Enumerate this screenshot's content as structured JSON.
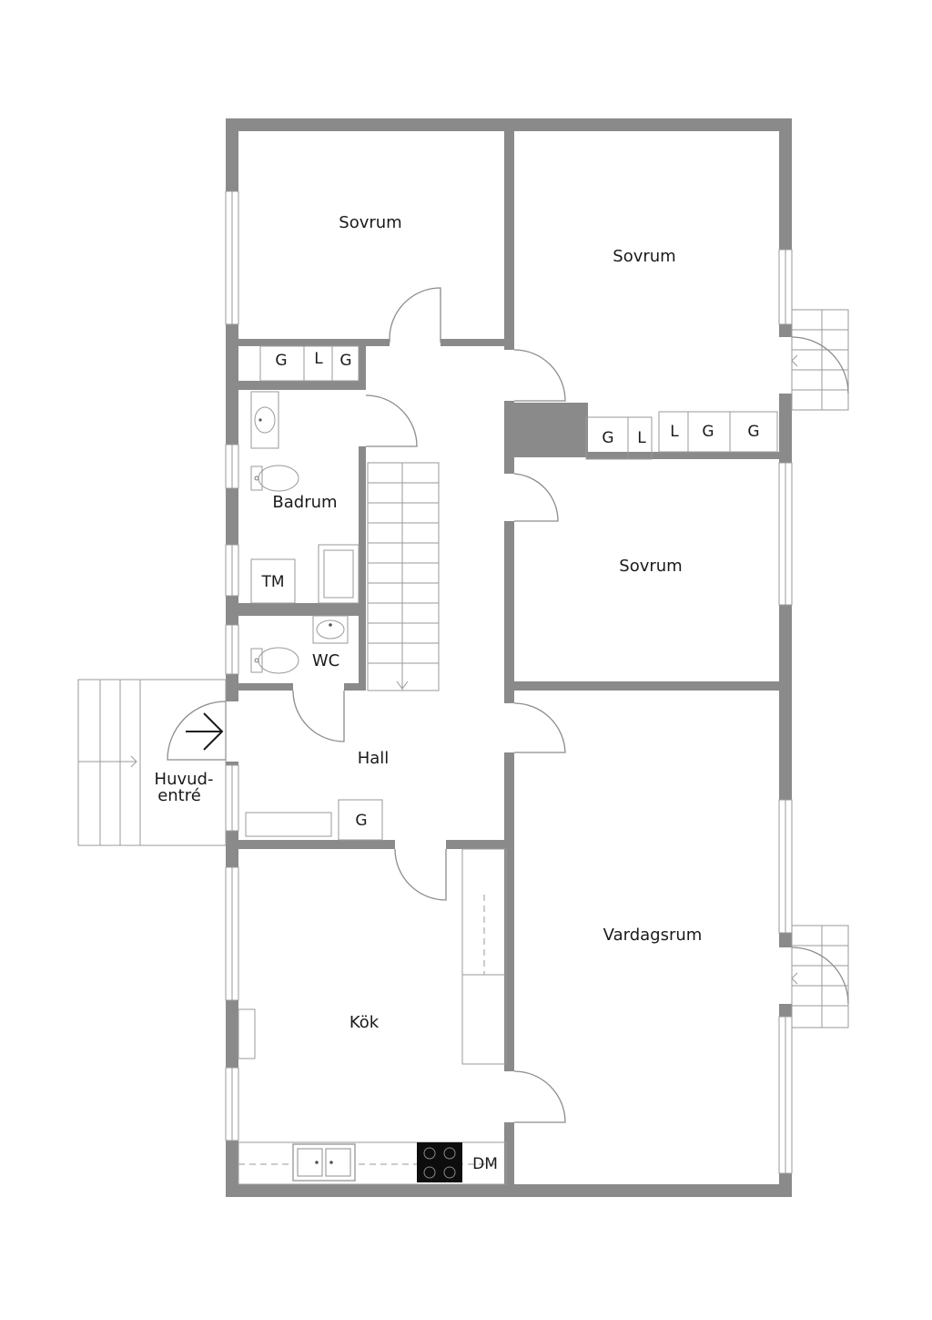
{
  "rooms": {
    "sovrum_1": "Sovrum",
    "sovrum_2": "Sovrum",
    "sovrum_3": "Sovrum",
    "badrum": "Badrum",
    "wc": "WC",
    "hall": "Hall",
    "huvudentre_line1": "Huvud-",
    "huvudentre_line2": "entré",
    "kok": "Kök",
    "vardagsrum": "Vardagsrum"
  },
  "fixtures": {
    "closet_1_g1": "G",
    "closet_1_l": "L",
    "closet_1_g2": "G",
    "closet_2_g1": "G",
    "closet_2_l1": "L",
    "closet_2_l2": "L",
    "closet_2_g2": "G",
    "closet_2_g3": "G",
    "tm": "TM",
    "hall_closet_g": "G",
    "dm": "DM"
  },
  "colors": {
    "wall": "#8a8a8a",
    "line": "#8c8c8c",
    "background": "#ffffff",
    "text": "#1a1a1a"
  }
}
